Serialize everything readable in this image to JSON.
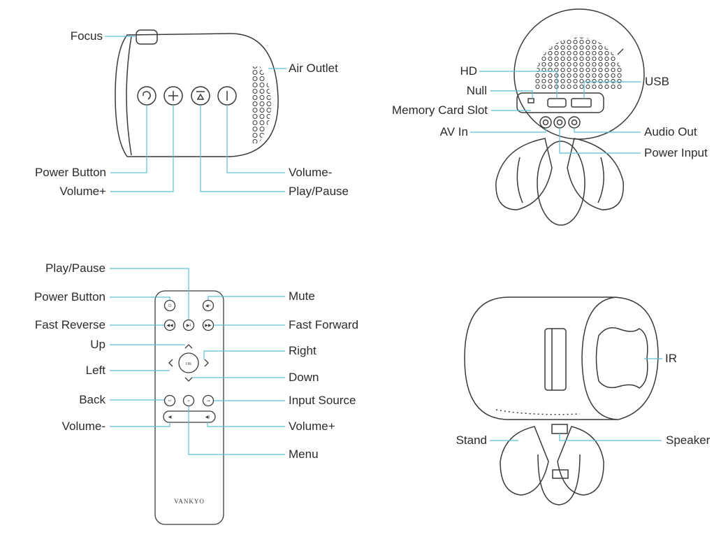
{
  "colors": {
    "leader": "#5bbfd4",
    "outline": "#3a3a3a"
  },
  "side_view": {
    "labels": {
      "focus": "Focus",
      "air_outlet": "Air Outlet",
      "power_button": "Power Button",
      "volume_plus": "Volume+",
      "volume_minus": "Volume-",
      "play_pause": "Play/Pause"
    },
    "icons": [
      "power-icon",
      "plus-icon",
      "play-pause-icon",
      "minus-icon"
    ]
  },
  "back_view": {
    "labels": {
      "hd": "HD",
      "null": "Null",
      "memory_card_slot": "Memory Card Slot",
      "av_in": "AV In",
      "usb": "USB",
      "audio_out": "Audio Out",
      "power_input": "Power Input"
    }
  },
  "remote": {
    "brand": "VANKYO",
    "ok_label": "OK",
    "labels": {
      "play_pause": "Play/Pause",
      "power_button": "Power Button",
      "fast_reverse": "Fast Reverse",
      "up": "Up",
      "left": "Left",
      "back": "Back",
      "volume_minus": "Volume-",
      "mute": "Mute",
      "fast_forward": "Fast Forward",
      "right": "Right",
      "down": "Down",
      "input_source": "Input Source",
      "volume_plus": "Volume+",
      "menu": "Menu"
    }
  },
  "front_view": {
    "labels": {
      "ir": "IR",
      "stand": "Stand",
      "speaker": "Speaker"
    }
  }
}
